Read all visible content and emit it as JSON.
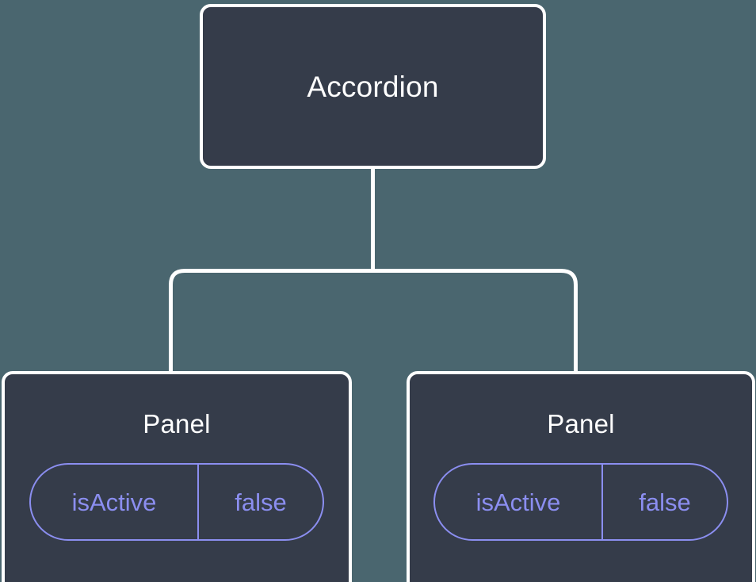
{
  "diagram": {
    "type": "component-tree",
    "background_color": "#4a666f",
    "node_fill_color": "#353c4a",
    "node_border_color": "#ffffff",
    "connector_color": "#ffffff",
    "prop_accent_color": "#8b8ef0",
    "root": {
      "label": "Accordion"
    },
    "children": [
      {
        "label": "Panel",
        "props": [
          {
            "key": "isActive",
            "value": "false"
          }
        ]
      },
      {
        "label": "Panel",
        "props": [
          {
            "key": "isActive",
            "value": "false"
          }
        ]
      }
    ]
  }
}
